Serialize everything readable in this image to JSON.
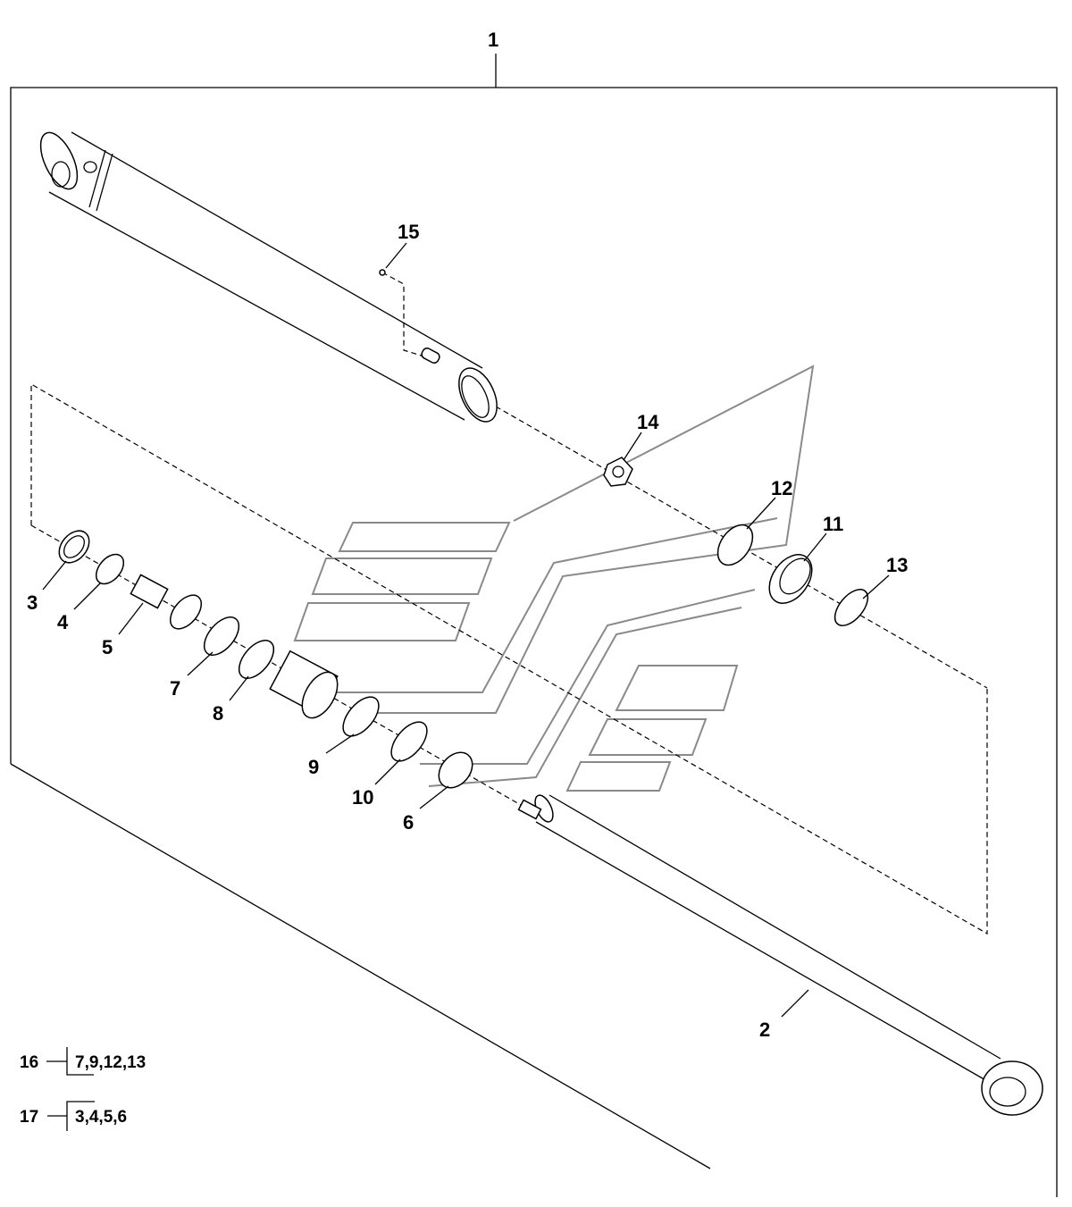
{
  "diagram": {
    "title_callout": "1",
    "callouts": {
      "rod": "2",
      "p3": "3",
      "p4": "4",
      "p5": "5",
      "p6": "6",
      "p7": "7",
      "p8": "8",
      "p9": "9",
      "p10": "10",
      "p11": "11",
      "p12": "12",
      "p13": "13",
      "p14": "14",
      "p15": "15"
    },
    "kits": [
      {
        "number": "16",
        "parts": "7,9,12,13"
      },
      {
        "number": "17",
        "parts": "3,4,5,6"
      }
    ]
  }
}
